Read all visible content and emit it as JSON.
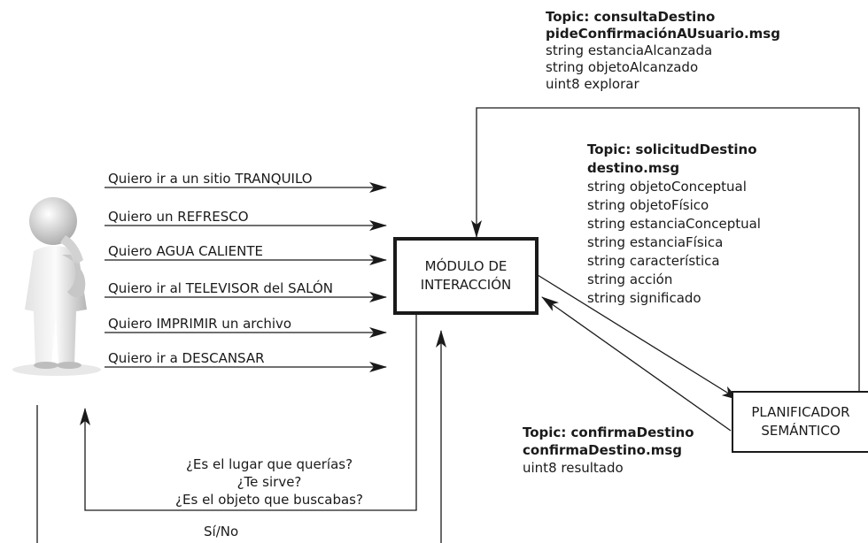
{
  "topics": {
    "consulta": {
      "title": "Topic: consultaDestino",
      "msg": "pideConfirmaciónAUsuario.msg",
      "fields": [
        "string estanciaAlcanzada",
        "string objetoAlcanzado",
        "uint8 explorar"
      ]
    },
    "solicitud": {
      "title": "Topic: solicitudDestino",
      "msg": "destino.msg",
      "fields": [
        "string objetoConceptual",
        "string objetoFísico",
        "string estanciaConceptual",
        "string estanciaFísica",
        "string característica",
        "string acción",
        "string significado"
      ]
    },
    "confirma": {
      "title": "Topic:  confirmaDestino",
      "msg": "confirmaDestino.msg",
      "fields": [
        "uint8 resultado"
      ]
    }
  },
  "requests": [
    "Quiero ir a un sitio TRANQUILO",
    "Quiero un REFRESCO",
    "Quiero AGUA CALIENTE",
    "Quiero ir al TELEVISOR del SALÓN",
    "Quiero IMPRIMIR un archivo",
    "Quiero ir a DESCANSAR"
  ],
  "questions": [
    "¿Es el lugar que querías?",
    "¿Te sirve?",
    "¿Es el objeto que buscabas?"
  ],
  "answer": "Sí/No",
  "nodes": {
    "modulo": [
      "MÓDULO DE",
      "INTERACCIÓN"
    ],
    "planificador": [
      "PLANIFICADOR",
      "SEMÁNTICO"
    ]
  },
  "colors": {
    "line": "#1a1a1a",
    "background": "#ffffff"
  }
}
